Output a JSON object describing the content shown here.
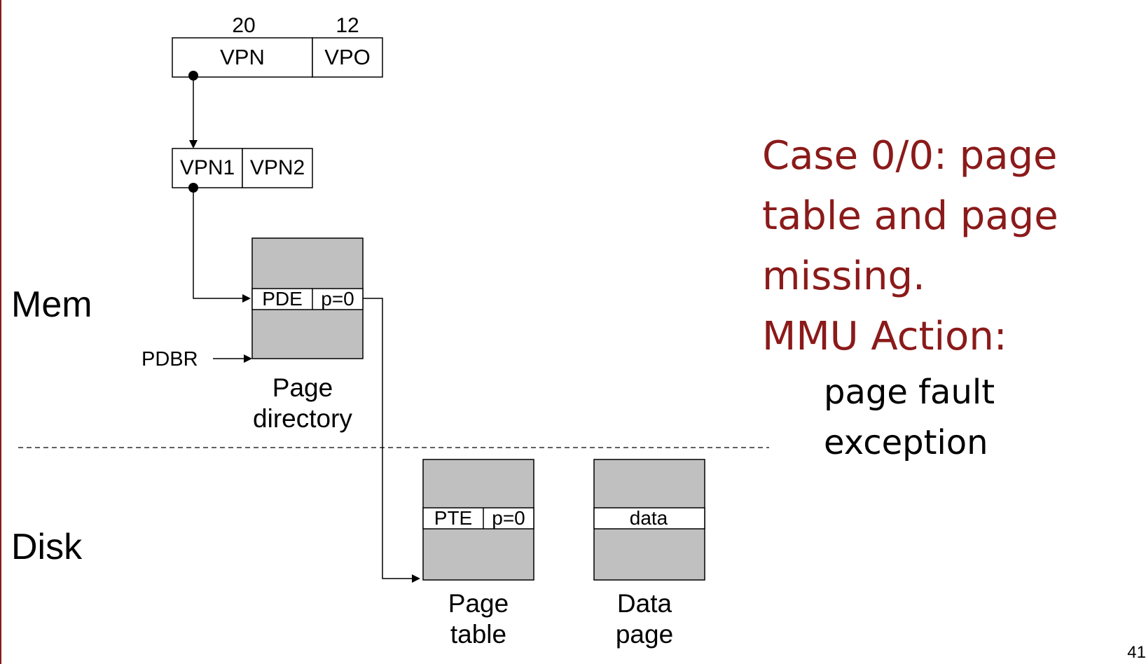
{
  "address": {
    "bits_vpn": "20",
    "bits_vpo": "12",
    "vpn_label": "VPN",
    "vpo_label": "VPO",
    "vpn1_label": "VPN1",
    "vpn2_label": "VPN2"
  },
  "levels": {
    "mem_label": "Mem",
    "disk_label": "Disk"
  },
  "page_directory": {
    "entry_label": "PDE",
    "entry_flag": "p=0",
    "base_register": "PDBR",
    "caption_line1": "Page",
    "caption_line2": "directory"
  },
  "page_table": {
    "entry_label": "PTE",
    "entry_flag": "p=0",
    "caption_line1": "Page",
    "caption_line2": "table"
  },
  "data_page": {
    "entry_label": "data",
    "caption_line1": "Data",
    "caption_line2": "page"
  },
  "explanation": {
    "case_line1": "Case 0/0: page",
    "case_line2": "table and page",
    "case_line3": "missing.",
    "mmu_title": "MMU Action:",
    "mmu_line1": "page fault",
    "mmu_line2": "exception"
  },
  "slide_number": "41",
  "colors": {
    "accent": "#8b1a1a",
    "box_fill": "#c0c0c0"
  }
}
